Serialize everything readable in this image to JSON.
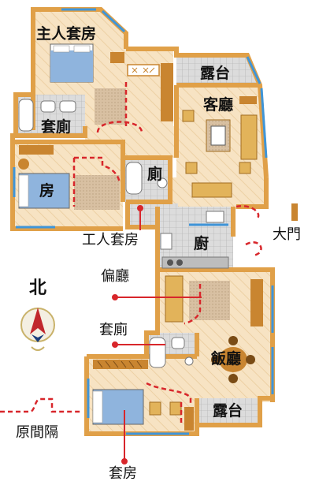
{
  "rooms": {
    "master_suite": "主人套房",
    "balcony_top": "露台",
    "living_room": "客廳",
    "ensuite_bath_top": "套廁",
    "bedroom": "房",
    "toilet": "廁",
    "maids_room": "工人套房",
    "kitchen": "廚",
    "main_door": "大門",
    "side_hall": "偏廳",
    "ensuite_bath_bottom": "套廁",
    "dining_room": "飯廳",
    "balcony_bottom": "露台",
    "suite": "套房"
  },
  "compass": {
    "label": "北"
  },
  "legend": {
    "original_partition": "原間隔"
  },
  "colors": {
    "wall": "#e6a24a",
    "wall_dark": "#c98530",
    "floor": "#f6e2c2",
    "tile": "#cfcfcf",
    "window": "#3f95d8",
    "partition": "#d8262b",
    "carpet": "#d9c1a4",
    "bed_blue": "#8fb4dd"
  }
}
